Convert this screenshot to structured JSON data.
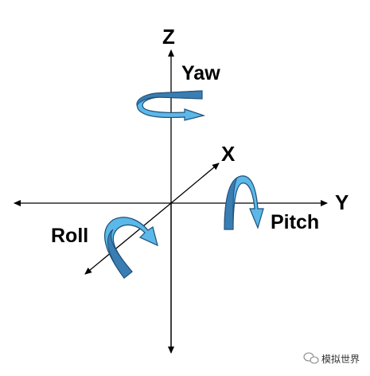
{
  "axes": {
    "z_label": "Z",
    "y_label": "Y",
    "x_label": "X"
  },
  "rotations": {
    "yaw_label": "Yaw",
    "pitch_label": "Pitch",
    "roll_label": "Roll"
  },
  "colors": {
    "arrow_fill": "#5bb8e8",
    "arrow_dark": "#3a7db2",
    "arrow_stroke": "#1f4f78",
    "axis": "#000000"
  },
  "watermark": {
    "text": "模拟世界",
    "icon": "wechat-icon"
  }
}
